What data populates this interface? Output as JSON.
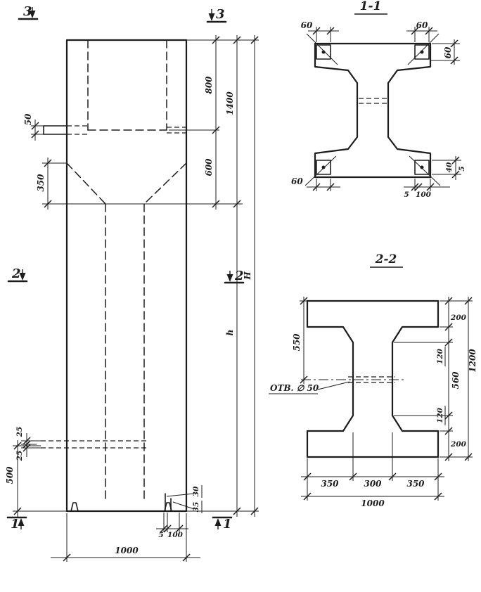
{
  "colors": {
    "ink": "#1d1d1d",
    "paper": "#ffffff"
  },
  "elevation": {
    "markers": {
      "top_left": "3",
      "top_right": "3",
      "mid_left": "2",
      "mid_right": "2",
      "bottom_left": "1",
      "bottom_right": "1"
    },
    "dims": {
      "d50": "50",
      "d350": "350",
      "d800": "800",
      "d1400": "1400",
      "d600": "600",
      "total_height": "H",
      "lower_height": "h",
      "d25a": "25",
      "d25b": "25",
      "d500": "500",
      "d30": "30",
      "d35": "35",
      "d5": "5",
      "d100": "100",
      "d1000": "1000"
    }
  },
  "section1": {
    "title": "1-1",
    "dims": {
      "tl60": "60",
      "tr60": "60",
      "r60": "60",
      "bl60": "60",
      "b5": "5",
      "b100": "100",
      "r40": "40",
      "r5": "5"
    }
  },
  "section2": {
    "title": "2-2",
    "hole_label": "ОТВ. ∅ 50",
    "dims": {
      "d550": "550",
      "top200": "200",
      "top120": "120",
      "d560": "560",
      "bot120": "120",
      "bot200": "200",
      "d1200": "1200",
      "l350": "350",
      "m300": "300",
      "r350": "350",
      "w1000": "1000"
    }
  }
}
